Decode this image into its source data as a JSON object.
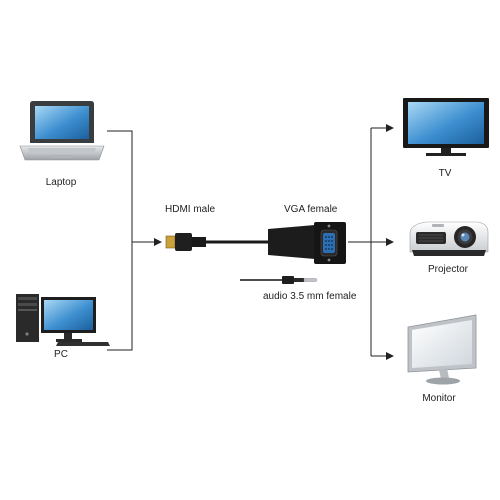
{
  "sources": [
    {
      "label": "Laptop",
      "icon": "laptop-icon"
    },
    {
      "label": "PC",
      "icon": "desktop-pc-icon"
    }
  ],
  "adapter": {
    "hdmi_label": "HDMI male",
    "vga_label": "VGA female",
    "audio_label": "audio 3.5 mm female"
  },
  "outputs": [
    {
      "label": "TV",
      "icon": "tv-icon"
    },
    {
      "label": "Projector",
      "icon": "projector-icon"
    },
    {
      "label": "Monitor",
      "icon": "monitor-icon"
    }
  ],
  "colors": {
    "device_black": "#1c1c1c",
    "screen_blue": "#2f86c8",
    "line": "#222222",
    "vga_blue": "#2c6fb5"
  }
}
